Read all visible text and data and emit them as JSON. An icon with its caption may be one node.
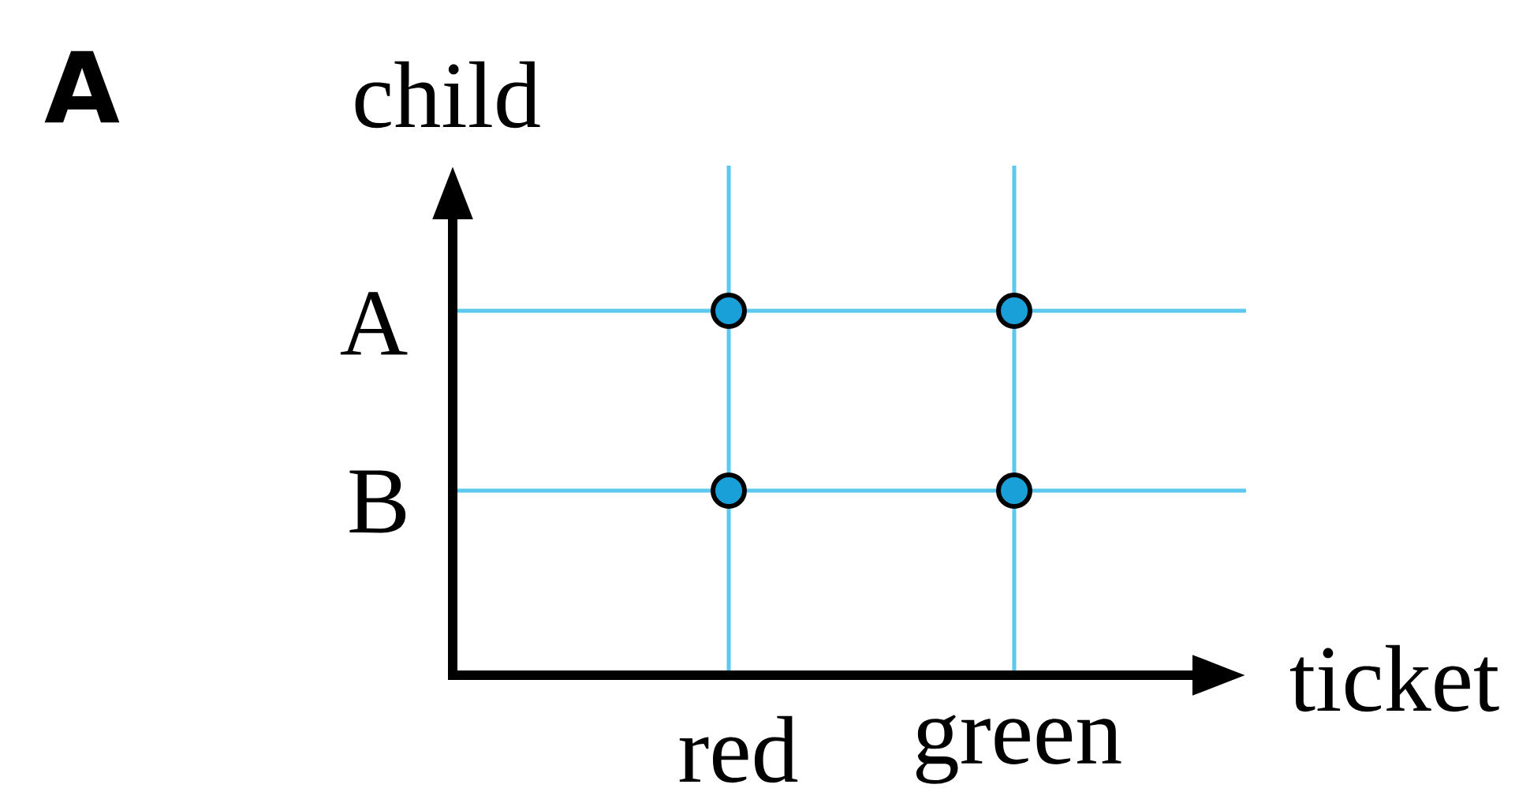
{
  "diagram": {
    "labels": [
      "A",
      "child",
      "A",
      "B",
      "ticket",
      "red",
      "green"
    ]
  }
}
